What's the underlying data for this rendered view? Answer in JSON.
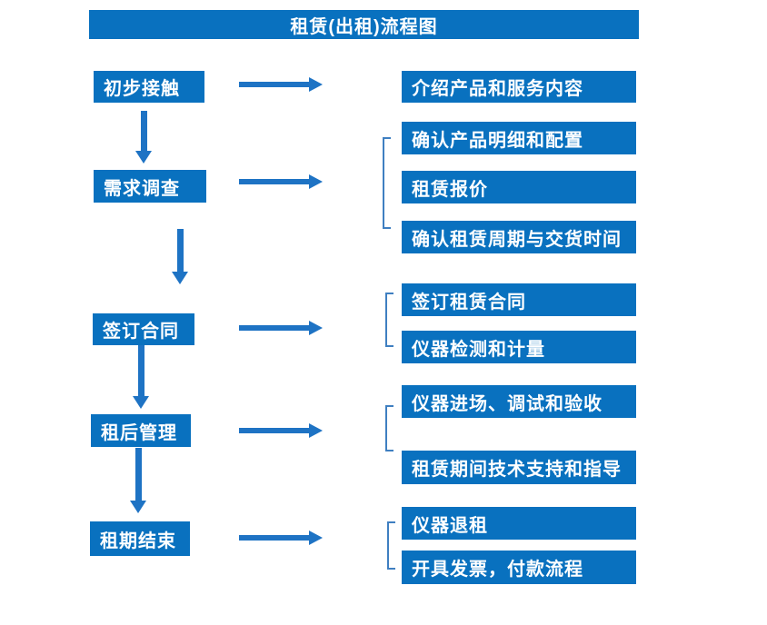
{
  "title": "租赁(出租)流程图",
  "colors": {
    "box_blue": "#0971bf",
    "arrow_blue": "#1e73c4",
    "bracket_blue": "#3f7fc1",
    "text": "#ffffff",
    "background": "#ffffff"
  },
  "rows": [
    {
      "stage": "初步接触",
      "outputs": [
        "介绍产品和服务内容"
      ]
    },
    {
      "stage": "需求调查",
      "outputs": [
        "确认产品明细和配置",
        "租赁报价",
        "确认租赁周期与交货时间"
      ]
    },
    {
      "stage": "签订合同",
      "outputs": [
        "签订租赁合同",
        "仪器检测和计量"
      ]
    },
    {
      "stage": "租后管理",
      "outputs": [
        "仪器进场、调试和验收",
        "租赁期间技术支持和指导"
      ]
    },
    {
      "stage": "租期结束",
      "outputs": [
        "仪器退租",
        "开具发票，付款流程"
      ]
    }
  ]
}
